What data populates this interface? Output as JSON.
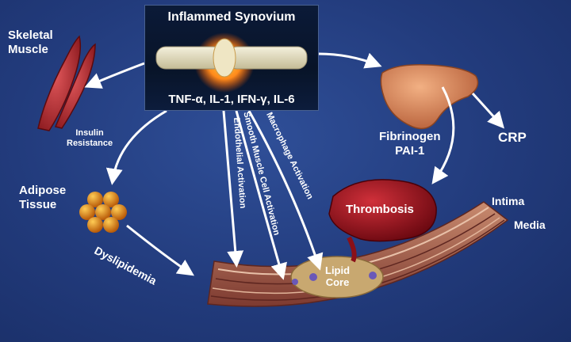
{
  "panel": {
    "title": "Inflammed Synovium",
    "cytokines": "TNF-α, IL-1, IFN-γ, IL-6"
  },
  "labels": {
    "skeletal_muscle": "Skeletal\nMuscle",
    "insulin_resistance": "Insulin\nResistance",
    "adipose_tissue": "Adipose\nTissue",
    "dyslipidemia": "Dyslipidemia",
    "endothelial_activation": "Endothelial Activation",
    "smooth_muscle_activation": "Smooth Muscle Cell Activation",
    "macrophage_activation": "Macrophage Activation",
    "fibrinogen_pai": "Fibrinogen\nPAI-1",
    "crp": "CRP",
    "thrombosis": "Thrombosis",
    "intima": "Intima",
    "media": "Media",
    "lipid_core": "Lipid\nCore"
  },
  "colors": {
    "background": "#223b7c",
    "arrow": "#ffffff",
    "muscle": "#b3262b",
    "liver": "#d9824e",
    "adipose": "#e07a12",
    "clot": "#a0101c",
    "vessel": "#a85a4a"
  }
}
